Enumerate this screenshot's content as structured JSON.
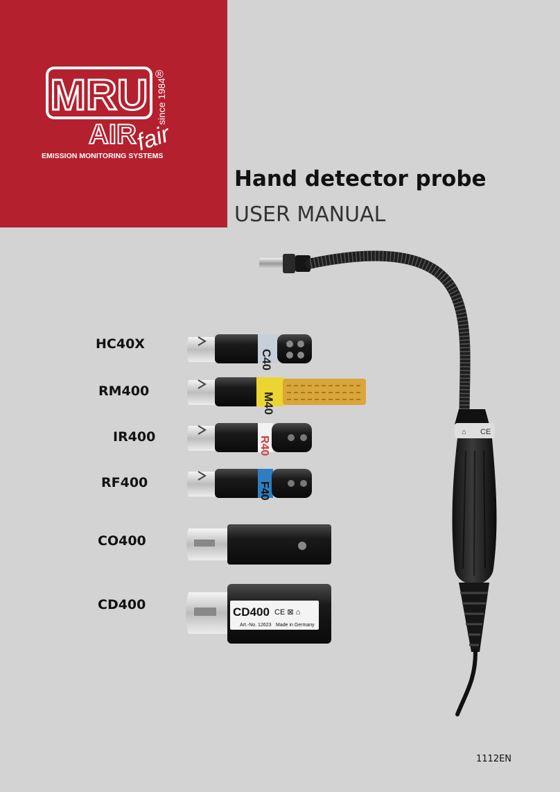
{
  "logo": {
    "brand": "MRU",
    "sub": "AIR",
    "script": "fair",
    "since": "since 1984",
    "registered": "®",
    "tagline": "EMISSION MONITORING SYSTEMS"
  },
  "cover": {
    "title": "Hand detector probe",
    "subtitle": "USER MANUAL",
    "doc_code": "1112EN"
  },
  "probes": [
    {
      "label": "HC40X",
      "tag": "C40",
      "tag_color": "#c7d0d8"
    },
    {
      "label": "RM400",
      "tag": "M40",
      "tag_color": "#ecd431"
    },
    {
      "label": "IR400",
      "tag": "R40",
      "tag_color": "#d23b3b"
    },
    {
      "label": "RF400",
      "tag": "F40",
      "tag_color": "#2d7fc1"
    },
    {
      "label": "CO400"
    },
    {
      "label": "CD400",
      "tag": "CD400",
      "tag_art": "Art.-No. 12623",
      "tag_made": "Made in Germany"
    }
  ],
  "colors": {
    "brand_red": "#b5202e",
    "background": "#d3d3d3"
  }
}
